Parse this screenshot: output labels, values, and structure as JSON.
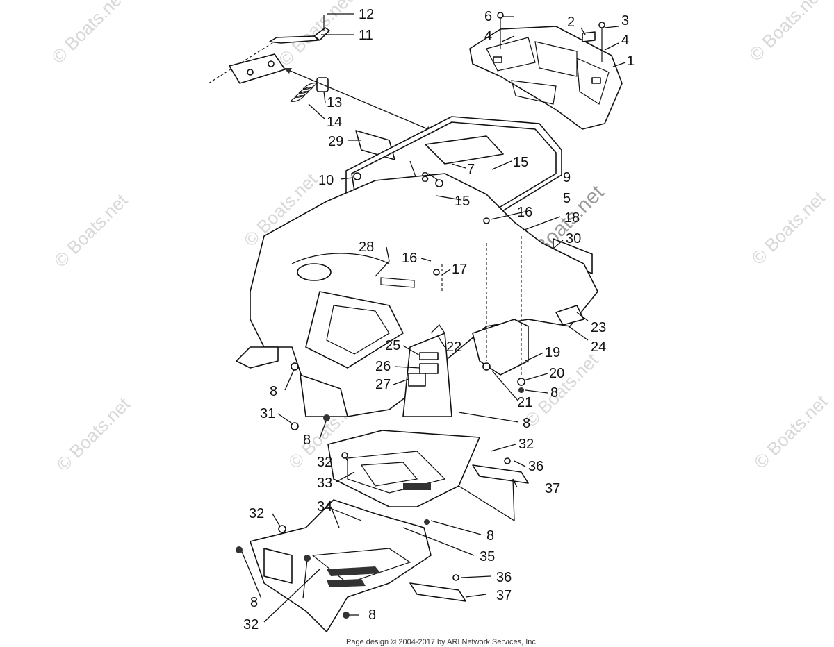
{
  "footer": {
    "text": "Page design © 2004-2017 by ARI Network Services, Inc."
  },
  "watermark": {
    "text": "© Boats.net"
  },
  "callouts": [
    {
      "id": "c12",
      "text": "12"
    },
    {
      "id": "c11",
      "text": "11"
    },
    {
      "id": "c13",
      "text": "13"
    },
    {
      "id": "c14",
      "text": "14"
    },
    {
      "id": "c29",
      "text": "29"
    },
    {
      "id": "c10",
      "text": "10"
    },
    {
      "id": "c6",
      "text": "6"
    },
    {
      "id": "c4a",
      "text": "4"
    },
    {
      "id": "c2",
      "text": "2"
    },
    {
      "id": "c3",
      "text": "3"
    },
    {
      "id": "c4b",
      "text": "4"
    },
    {
      "id": "c1",
      "text": "1"
    },
    {
      "id": "c7",
      "text": "7"
    },
    {
      "id": "c15a",
      "text": "15"
    },
    {
      "id": "c8a",
      "text": "8"
    },
    {
      "id": "c9",
      "text": "9"
    },
    {
      "id": "c5",
      "text": "5"
    },
    {
      "id": "c15b",
      "text": "15"
    },
    {
      "id": "c16a",
      "text": "16"
    },
    {
      "id": "c18",
      "text": "18"
    },
    {
      "id": "c30",
      "text": "30"
    },
    {
      "id": "c28",
      "text": "28"
    },
    {
      "id": "c16b",
      "text": "16"
    },
    {
      "id": "c17",
      "text": "17"
    },
    {
      "id": "c23",
      "text": "23"
    },
    {
      "id": "c24",
      "text": "24"
    },
    {
      "id": "c25",
      "text": "25"
    },
    {
      "id": "c22",
      "text": "22"
    },
    {
      "id": "c19",
      "text": "19"
    },
    {
      "id": "c26",
      "text": "26"
    },
    {
      "id": "c20",
      "text": "20"
    },
    {
      "id": "c27",
      "text": "27"
    },
    {
      "id": "c8b",
      "text": "8"
    },
    {
      "id": "c21",
      "text": "21"
    },
    {
      "id": "c8c",
      "text": "8"
    },
    {
      "id": "c31",
      "text": "31"
    },
    {
      "id": "c8d",
      "text": "8"
    },
    {
      "id": "c8e",
      "text": "8"
    },
    {
      "id": "c32a",
      "text": "32"
    },
    {
      "id": "c32b",
      "text": "32"
    },
    {
      "id": "c36a",
      "text": "36"
    },
    {
      "id": "c33",
      "text": "33"
    },
    {
      "id": "c37a",
      "text": "37"
    },
    {
      "id": "c34",
      "text": "34"
    },
    {
      "id": "c32c",
      "text": "32"
    },
    {
      "id": "c8f",
      "text": "8"
    },
    {
      "id": "c35",
      "text": "35"
    },
    {
      "id": "c36b",
      "text": "36"
    },
    {
      "id": "c8g",
      "text": "8"
    },
    {
      "id": "c37b",
      "text": "37"
    },
    {
      "id": "c32d",
      "text": "32"
    },
    {
      "id": "c8h",
      "text": "8"
    }
  ]
}
